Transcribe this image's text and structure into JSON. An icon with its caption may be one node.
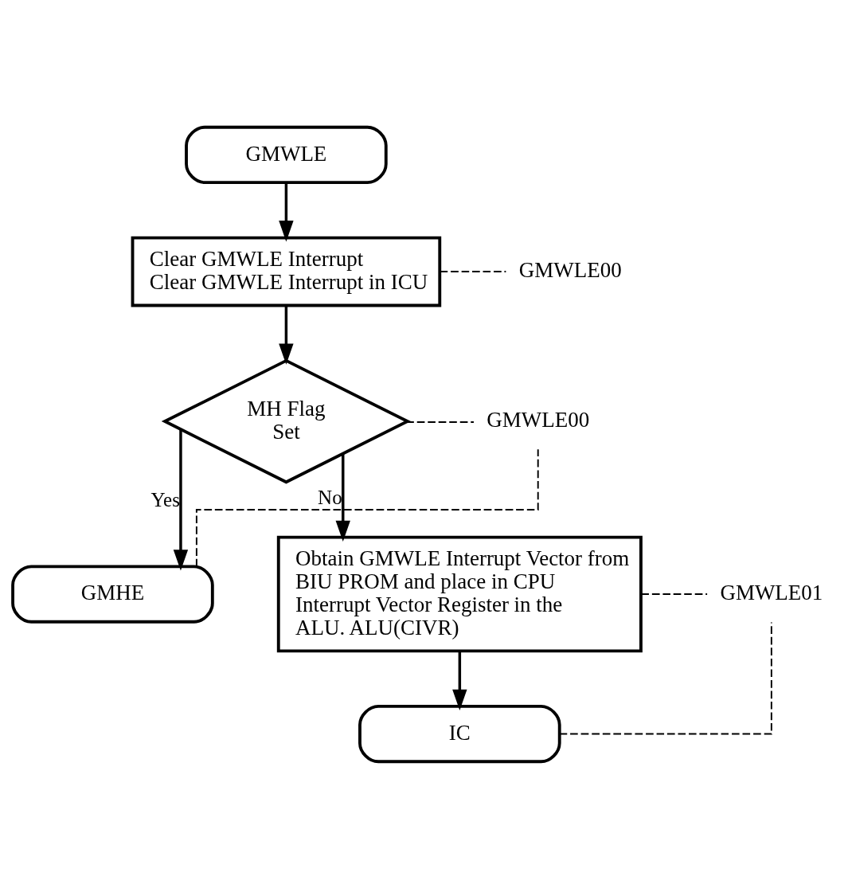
{
  "diagram": {
    "nodes": [
      {
        "text": [
          "GMWLE"
        ]
      },
      {
        "text": [
          "Clear GMWLE Interrupt",
          "Clear GMWLE Interrupt in ICU"
        ]
      },
      {
        "text": [
          "MH Flag Set"
        ]
      },
      {
        "text": [
          "GMHE"
        ]
      },
      {
        "text": [
          "Obtain GMWLE Interrupt Vector from BIU PROM and place in CPU Interrupt Vector Register in the ALU. ALU(CIVR)"
        ]
      },
      {
        "text": [
          "IC"
        ]
      },
      {
        "text": [
          "GMWLE00"
        ]
      },
      {
        "text": [
          "GMWLE00"
        ]
      },
      {
        "text": [
          "GMWLE01"
        ]
      }
    ],
    "edges": [
      {
        "from": 0,
        "to": 1,
        "arrow": "to"
      },
      {
        "from": 1,
        "to": 2,
        "arrow": "to"
      },
      {
        "from": 2,
        "to": 3,
        "arrow": "to",
        "label": "Yes"
      },
      {
        "from": 2,
        "to": 4,
        "arrow": "to",
        "label": "No"
      },
      {
        "from": 4,
        "to": 5,
        "arrow": "to"
      },
      {
        "from": 1,
        "to": 6,
        "arrow": "none",
        "style": "dashed"
      },
      {
        "from": 2,
        "to": 7,
        "arrow": "none",
        "style": "dashed"
      },
      {
        "from": 3,
        "to": 7,
        "arrow": "none",
        "style": "dashed"
      },
      {
        "from": 4,
        "to": 8,
        "arrow": "none",
        "style": "dashed"
      },
      {
        "from": 5,
        "to": 8,
        "arrow": "none",
        "style": "dashed"
      }
    ]
  }
}
